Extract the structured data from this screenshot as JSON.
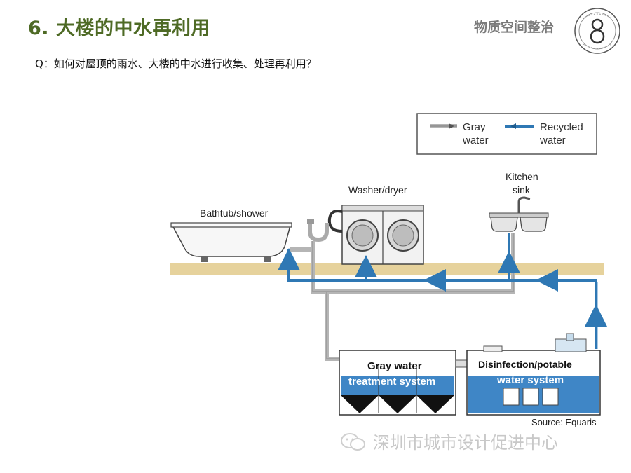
{
  "header": {
    "title": "6. 大楼的中水再利用",
    "brand": "物质空间整治",
    "question": "Q：如何对屋顶的雨水、大楼的中水进行收集、处理再利用？"
  },
  "legend": {
    "gray_line1": "Gray",
    "gray_line2": "water",
    "recycled_line1": "Recycled",
    "recycled_line2": "water"
  },
  "labels": {
    "bathtub": "Bathtub/shower",
    "washer": "Washer/dryer",
    "kitchen_line1": "Kitchen",
    "kitchen_line2": "sink",
    "treatment_line1": "Gray water",
    "treatment_line2": "treatment system",
    "disinfection_line1": "Disinfection/potable",
    "disinfection_line2": "water system",
    "source": "Source: Equaris"
  },
  "watermark": {
    "text": "深圳市城市设计促进中心"
  },
  "colors": {
    "title_green": "#4e6a25",
    "floor": "#e6d29c",
    "recycled_blue": "#2f78b4",
    "gray_pipe": "#b5b5b5",
    "tank_water": "#3f86c6"
  }
}
